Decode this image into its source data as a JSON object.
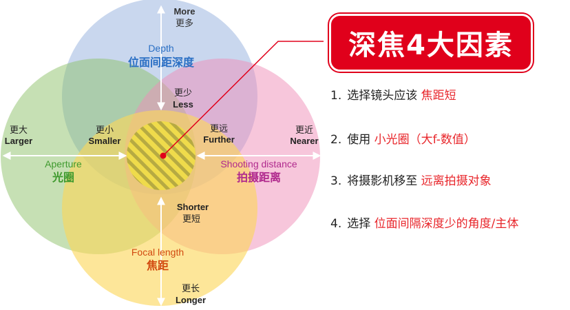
{
  "title": "深焦4大因素",
  "circles": {
    "depth": {
      "en": "Depth",
      "zh": "位面间距深度",
      "color": "#7f9fd6",
      "text_color": "#2a6fc4"
    },
    "aperture": {
      "en": "Aperture",
      "zh": "光圈",
      "color": "#8dc26a",
      "text_color": "#3f9a2e"
    },
    "shooting": {
      "en": "Shooting distance",
      "zh": "拍摄距离",
      "color": "#f08db7",
      "text_color": "#b0298d"
    },
    "focal": {
      "en": "Focal length",
      "zh": "焦距",
      "color": "#fcd75a",
      "text_color": "#d24a10"
    }
  },
  "axes": {
    "top": {
      "zh": "更多",
      "en": "More"
    },
    "inner_top": {
      "zh": "更少",
      "en": "Less"
    },
    "left": {
      "zh": "更大",
      "en": "Larger"
    },
    "inner_left": {
      "zh": "更小",
      "en": "Smaller"
    },
    "right": {
      "zh": "更近",
      "en": "Nearer"
    },
    "inner_right": {
      "zh": "更远",
      "en": "Further"
    },
    "bottom": {
      "zh": "更长",
      "en": "Longer"
    },
    "inner_bottom": {
      "en": "Shorter",
      "zh": "更短"
    }
  },
  "tips": [
    {
      "num": "1.",
      "text": "选择镜头应该 ",
      "highlight": "焦距短",
      "after": ""
    },
    {
      "num": "2.",
      "text": "使用 ",
      "highlight": "小光圈（大f-数值）",
      "after": ""
    },
    {
      "num": "3.",
      "text": "将摄影机移至 ",
      "highlight": "远离拍摄对象",
      "after": ""
    },
    {
      "num": "4.",
      "text": "选择 ",
      "highlight": "位面间隔深度少的角度/主体",
      "after": ""
    }
  ],
  "colors": {
    "accent_red": "#e0001b",
    "highlight_red": "#e8262b",
    "hatch_yellow": "#f2ea22"
  }
}
